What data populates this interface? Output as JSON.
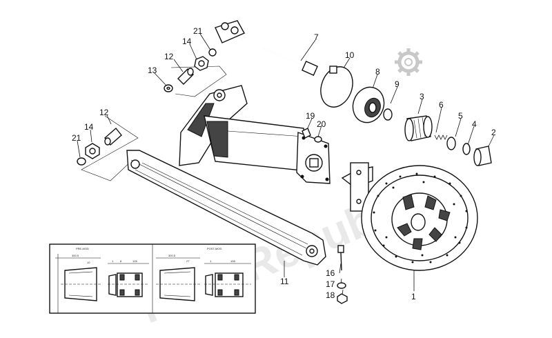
{
  "watermark": "PartsRepublik",
  "callouts": [
    {
      "id": "1",
      "text": "1"
    },
    {
      "id": "2",
      "text": "2"
    },
    {
      "id": "3",
      "text": "3"
    },
    {
      "id": "4",
      "text": "4"
    },
    {
      "id": "5",
      "text": "5"
    },
    {
      "id": "6",
      "text": "6"
    },
    {
      "id": "7",
      "text": "7"
    },
    {
      "id": "8",
      "text": "8"
    },
    {
      "id": "9",
      "text": "9"
    },
    {
      "id": "10",
      "text": "10"
    },
    {
      "id": "11",
      "text": "11"
    },
    {
      "id": "12a",
      "text": "12"
    },
    {
      "id": "12b",
      "text": "12"
    },
    {
      "id": "13",
      "text": "13"
    },
    {
      "id": "14a",
      "text": "14"
    },
    {
      "id": "14b",
      "text": "14"
    },
    {
      "id": "16",
      "text": "16"
    },
    {
      "id": "17",
      "text": "17"
    },
    {
      "id": "18",
      "text": "18"
    },
    {
      "id": "19",
      "text": "19"
    },
    {
      "id": "20",
      "text": "20"
    },
    {
      "id": "21a",
      "text": "21"
    },
    {
      "id": "21b",
      "text": "21"
    }
  ],
  "inset": {
    "left_header": "PRE-MOD",
    "right_header": "POST-MOD",
    "dims_left": [
      "300.5",
      "10",
      "126",
      "1",
      "8"
    ],
    "dims_right": [
      "300.5",
      "27",
      "108",
      "1"
    ]
  },
  "colors": {
    "ink": "#111111",
    "watermark": "#d8d8d8",
    "background": "#ffffff"
  }
}
